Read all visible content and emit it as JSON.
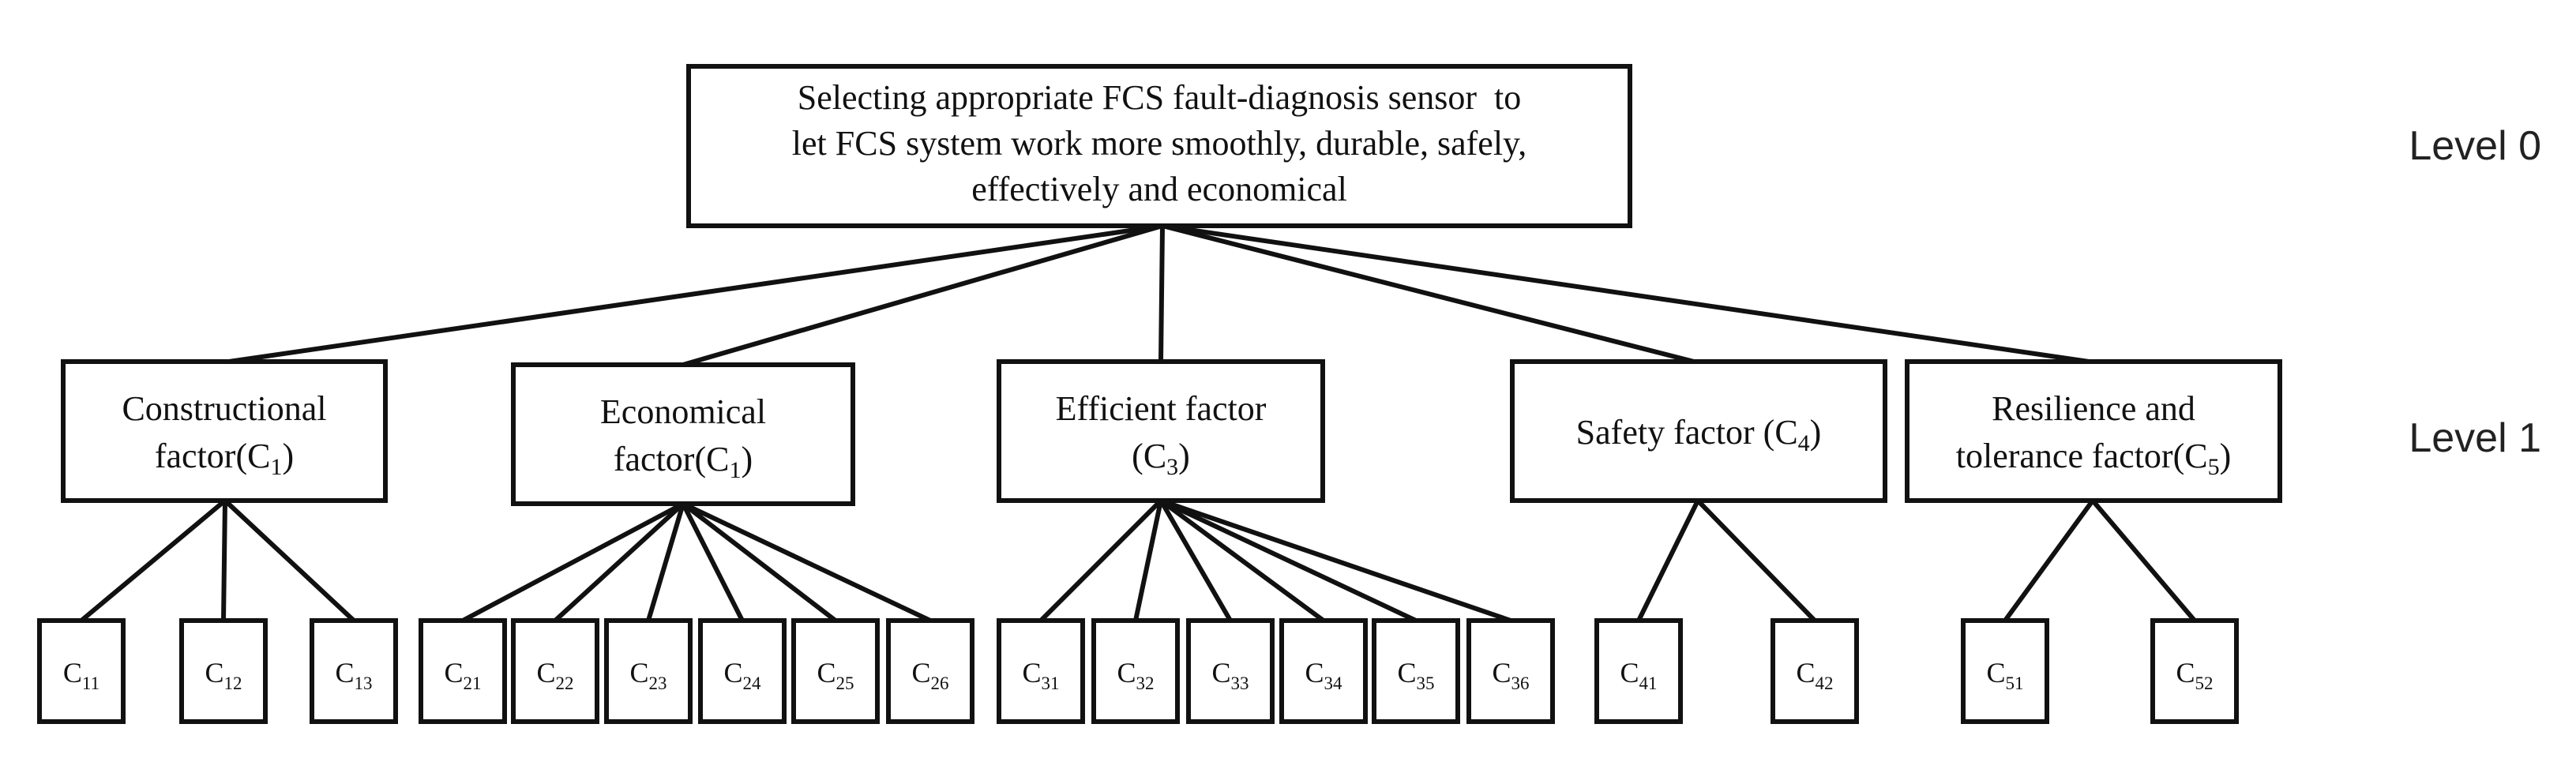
{
  "goal": {
    "lines": [
      "Selecting appropriate FCS fault-diagnosis sensor  to",
      "let FCS system work more smoothly, durable, safely,",
      "effectively and economical"
    ]
  },
  "levels": [
    "Level 0",
    "Level 1"
  ],
  "criteria": [
    {
      "id": "c1",
      "line1": "Constructional",
      "line2_prefix": "factor(C",
      "line2_sub": "1",
      "line2_suffix": ")",
      "children": [
        {
          "base": "C",
          "sub": "11"
        },
        {
          "base": "C",
          "sub": "12"
        },
        {
          "base": "C",
          "sub": "13"
        }
      ]
    },
    {
      "id": "c2",
      "line1": "Economical",
      "line2_prefix": "factor(C",
      "line2_sub": "1",
      "line2_suffix": ")",
      "children": [
        {
          "base": "C",
          "sub": "21"
        },
        {
          "base": "C",
          "sub": "22"
        },
        {
          "base": "C",
          "sub": "23"
        },
        {
          "base": "C",
          "sub": "24"
        },
        {
          "base": "C",
          "sub": "25"
        },
        {
          "base": "C",
          "sub": "26"
        }
      ]
    },
    {
      "id": "c3",
      "line1": "Efficient factor",
      "line2_prefix": "(C",
      "line2_sub": "3",
      "line2_suffix": ")",
      "children": [
        {
          "base": "C",
          "sub": "31"
        },
        {
          "base": "C",
          "sub": "32"
        },
        {
          "base": "C",
          "sub": "33"
        },
        {
          "base": "C",
          "sub": "34"
        },
        {
          "base": "C",
          "sub": "35"
        },
        {
          "base": "C",
          "sub": "36"
        }
      ]
    },
    {
      "id": "c4",
      "line1": "",
      "line2_prefix": "Safety factor (C",
      "line2_sub": "4",
      "line2_suffix": ")",
      "children": [
        {
          "base": "C",
          "sub": "41"
        },
        {
          "base": "C",
          "sub": "42"
        }
      ]
    },
    {
      "id": "c5",
      "line1": "Resilience and",
      "line2_prefix": "tolerance factor(C",
      "line2_sub": "5",
      "line2_suffix": ")",
      "children": [
        {
          "base": "C",
          "sub": "51"
        },
        {
          "base": "C",
          "sub": "52"
        }
      ]
    }
  ],
  "colors": {
    "stroke": "#111111",
    "text": "#111111",
    "level_text": "#222222",
    "background": "#ffffff"
  }
}
